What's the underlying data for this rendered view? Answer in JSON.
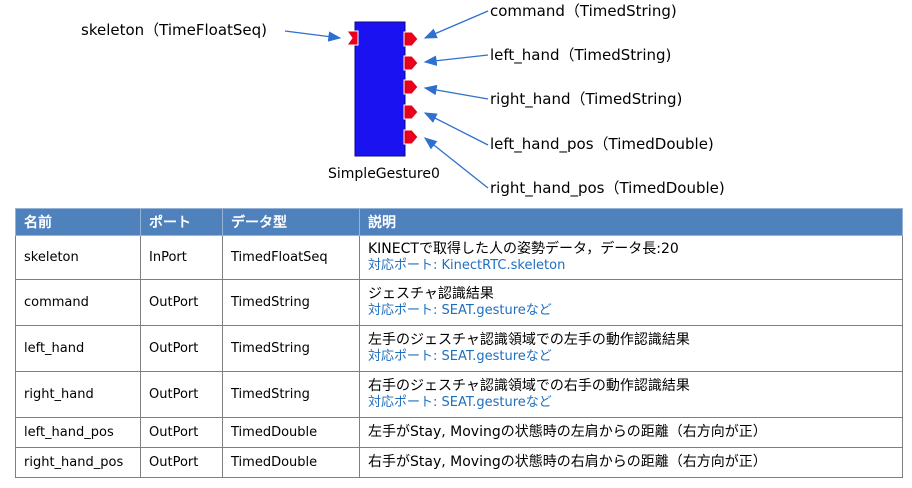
{
  "diagram": {
    "component_name": "SimpleGesture0",
    "component_color": "#1a12f0",
    "port_color": "#e8001c",
    "arrow_color": "#2f6fd0",
    "inport_label": "skeleton（TimeFloatSeq)",
    "outport_labels": [
      "command（TimedString)",
      "left_hand（TimedString)",
      "right_hand（TimedString)",
      "left_hand_pos（TimedDouble)",
      "right_hand_pos（TimedDouble)"
    ]
  },
  "table": {
    "header_color": "#4f81bd",
    "link_color": "#1f6fbf",
    "headers": [
      "名前",
      "ポート",
      "データ型",
      "説明"
    ],
    "rows": [
      {
        "name": "skeleton",
        "port": "InPort",
        "type": "TimedFloatSeq",
        "desc": "KINECTで取得した人の姿勢データ，データ長:20",
        "desc2": "対応ポート: KinectRTC.skeleton"
      },
      {
        "name": "command",
        "port": "OutPort",
        "type": "TimedString",
        "desc": "ジェスチャ認識結果",
        "desc2": "対応ポート: SEAT.gestureなど"
      },
      {
        "name": "left_hand",
        "port": "OutPort",
        "type": "TimedString",
        "desc": "左手のジェスチャ認識領域での左手の動作認識結果",
        "desc2": "対応ポート: SEAT.gestureなど"
      },
      {
        "name": "right_hand",
        "port": "OutPort",
        "type": "TimedString",
        "desc": "右手のジェスチャ認識領域での右手の動作認識結果",
        "desc2": "対応ポート: SEAT.gestureなど"
      },
      {
        "name": "left_hand_pos",
        "port": "OutPort",
        "type": "TimedDouble",
        "desc": "左手がStay, Movingの状態時の左肩からの距離（右方向が正）",
        "desc2": ""
      },
      {
        "name": "right_hand_pos",
        "port": "OutPort",
        "type": "TimedDouble",
        "desc": "右手がStay, Movingの状態時の右肩からの距離（右方向が正）",
        "desc2": ""
      }
    ]
  }
}
